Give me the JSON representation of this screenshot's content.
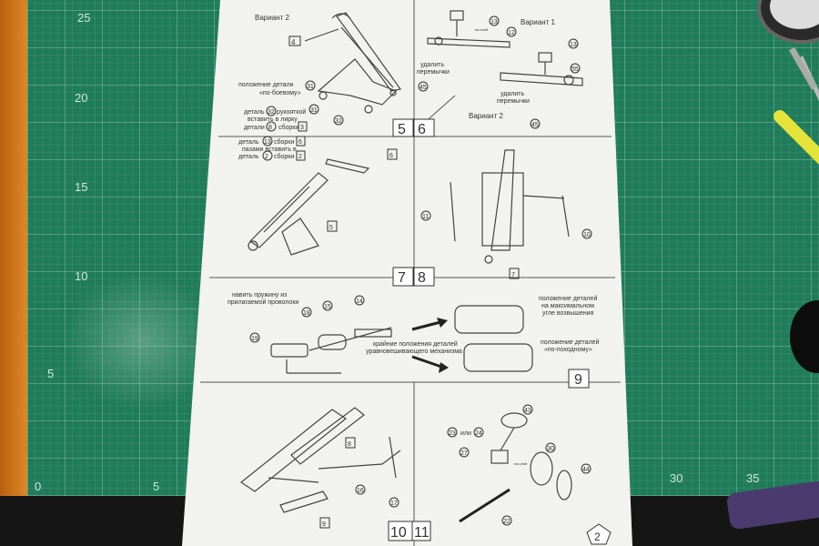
{
  "mat_numbers": [
    "25",
    "20",
    "15",
    "10",
    "5",
    "0",
    "5",
    "30",
    "35"
  ],
  "panels": {
    "p5": {
      "variant": "Вариант 2",
      "callouts": [
        "4",
        "31",
        "31",
        "32",
        "32",
        "3",
        "8"
      ],
      "note1": "положение детали",
      "note1b": "«по-боевому»",
      "note2a": "деталь",
      "note2b": "рукояткой",
      "note2c": "вставить в лирку",
      "note2d": "детали",
      "note2e": "сборки",
      "step": "5"
    },
    "p6": {
      "variant1": "Вариант 1",
      "variant2": "Вариант 2",
      "callouts": [
        "13",
        "12",
        "45",
        "13",
        "55",
        "45"
      ],
      "remove1": "удалить",
      "remove1b": "перемычки",
      "remove2": "удалить",
      "remove2b": "перемычки",
      "small1": "на клей",
      "step": "6"
    },
    "p7": {
      "note1": "деталь",
      "note1b": "сборки",
      "note2": "пазами вставить в",
      "note3": "деталь",
      "note3b": "сборки",
      "callouts": [
        "13",
        "6",
        "2",
        "2",
        "6",
        "5"
      ],
      "step": "7"
    },
    "p8": {
      "callouts": [
        "11",
        "10",
        "7"
      ],
      "step": "8"
    },
    "p9": {
      "spring1": "навить пружину из",
      "spring2": "прилагаемой проволоки",
      "callouts": [
        "14",
        "15",
        "18",
        "19"
      ],
      "mid1": "крайние положения деталей",
      "mid2": "уравновешивающего механизма",
      "right1a": "положение деталей",
      "right1b": "на максимальном",
      "right1c": "угле возвышения",
      "right2a": "положение деталей",
      "right2b": "«по-походному»",
      "step": "9"
    },
    "p10": {
      "callouts": [
        "8",
        "16",
        "17",
        "9"
      ],
      "step": "10"
    },
    "p11": {
      "callouts": [
        "43",
        "23",
        "24",
        "27",
        "30",
        "44",
        "22"
      ],
      "or": "или",
      "step": "11",
      "small": "на клей"
    },
    "page_number": "2"
  }
}
